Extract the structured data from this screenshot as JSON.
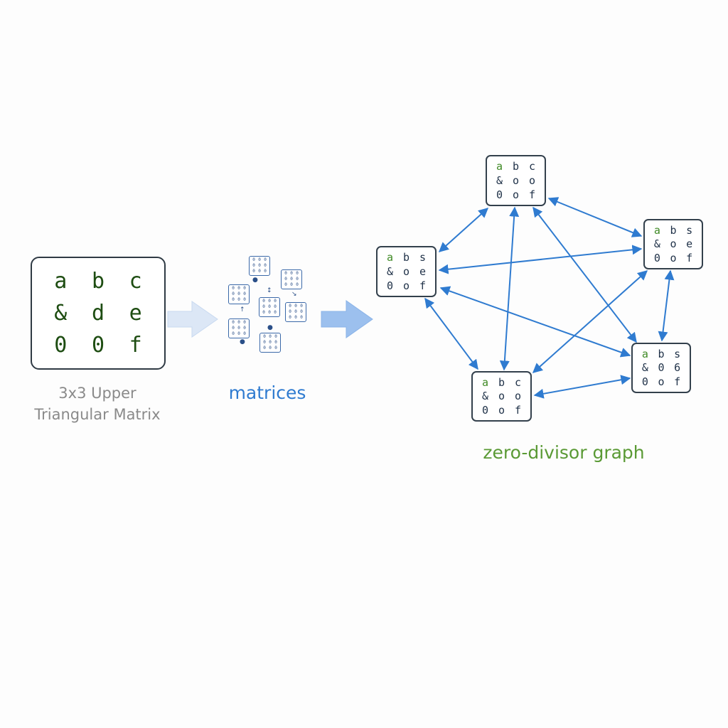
{
  "source_matrix": {
    "cells": [
      "a",
      "b",
      "c",
      "&",
      "d",
      "e",
      "0",
      "0",
      "f"
    ],
    "caption_line1": "3x3 Upper",
    "caption_line2": "Triangular Matrix"
  },
  "matrices_label": "matrices",
  "mini_matrices": [
    {
      "cells": [
        "0",
        "0",
        "0",
        "0",
        "0",
        "0",
        "0",
        "0",
        "0"
      ]
    },
    {
      "cells": [
        "0",
        "0",
        "0",
        "0",
        "0",
        "0",
        "0",
        "0",
        "0"
      ]
    },
    {
      "cells": [
        "0",
        "0",
        "0",
        "0",
        "0",
        "0",
        "0",
        "0",
        "0"
      ]
    },
    {
      "cells": [
        "0",
        "0",
        "0",
        "0",
        "0",
        "0",
        "0",
        "0",
        "0"
      ]
    },
    {
      "cells": [
        "0",
        "0",
        "0",
        "0",
        "0",
        "0",
        "0",
        "0",
        "0"
      ]
    },
    {
      "cells": [
        "0",
        "0",
        "0",
        "0",
        "0",
        "0",
        "0",
        "0",
        "0"
      ]
    },
    {
      "cells": [
        "0",
        "0",
        "0",
        "0",
        "0",
        "0",
        "0",
        "0",
        "0"
      ]
    }
  ],
  "graph_label": "zero-divisor graph",
  "graph_nodes": [
    {
      "id": "top",
      "cells": [
        "a",
        "b",
        "c",
        "&",
        "o",
        "o",
        "0",
        "o",
        "f"
      ]
    },
    {
      "id": "left",
      "cells": [
        "a",
        "b",
        "s",
        "&",
        "o",
        "e",
        "0",
        "o",
        "f"
      ]
    },
    {
      "id": "right-top",
      "cells": [
        "a",
        "b",
        "s",
        "&",
        "o",
        "e",
        "0",
        "o",
        "f"
      ]
    },
    {
      "id": "right-bottom",
      "cells": [
        "a",
        "b",
        "s",
        "&",
        "0",
        "6",
        "0",
        "o",
        "f"
      ]
    },
    {
      "id": "bottom",
      "cells": [
        "a",
        "b",
        "c",
        "&",
        "o",
        "o",
        "0",
        "o",
        "f"
      ]
    }
  ],
  "graph_edges": [
    [
      "top",
      "left"
    ],
    [
      "top",
      "right-top"
    ],
    [
      "top",
      "bottom"
    ],
    [
      "top",
      "right-bottom"
    ],
    [
      "left",
      "right-top"
    ],
    [
      "left",
      "bottom"
    ],
    [
      "left",
      "right-bottom"
    ],
    [
      "right-top",
      "bottom"
    ],
    [
      "right-top",
      "right-bottom"
    ],
    [
      "right-bottom",
      "bottom"
    ]
  ],
  "colors": {
    "edge": "#2f7bd0",
    "caption_green": "#5a9a35",
    "caption_blue": "#2f7bd0",
    "caption_gray": "#8a8a8a",
    "arrow_light": "#dce7f6",
    "arrow_mid": "#9cc0ee"
  }
}
